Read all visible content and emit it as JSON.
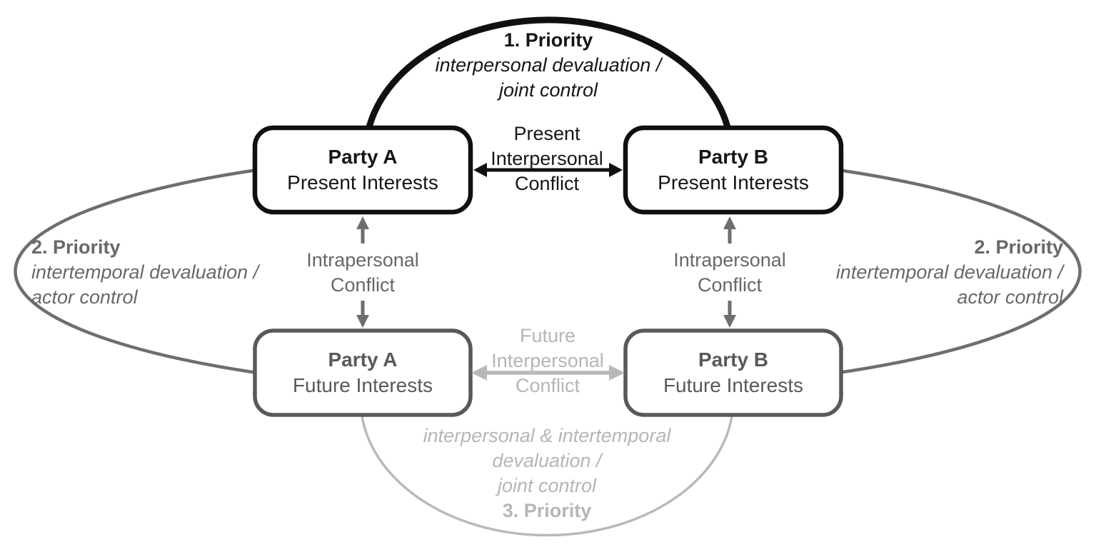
{
  "figure": {
    "boxes": {
      "party_a_present": {
        "title": "Party A",
        "subtitle": "Present Interests"
      },
      "party_b_present": {
        "title": "Party B",
        "subtitle": "Present Interests"
      },
      "party_a_future": {
        "title": "Party A",
        "subtitle": "Future Interests"
      },
      "party_b_future": {
        "title": "Party B",
        "subtitle": "Future Interests"
      }
    },
    "labels": {
      "priority1": {
        "title": "1. Priority",
        "lines": [
          "interpersonal devaluation /",
          "joint control"
        ]
      },
      "priority2_left": {
        "title": "2. Priority",
        "lines": [
          "intertemporal devaluation /",
          "actor control"
        ]
      },
      "priority2_right": {
        "title": "2. Priority",
        "lines": [
          "intertemporal devaluation /",
          "actor control"
        ]
      },
      "priority3": {
        "lines": [
          "interpersonal & intertemporal",
          "devaluation /",
          "joint control"
        ],
        "title": "3. Priority"
      },
      "present_conflict": {
        "lines": [
          "Present",
          "Interpersonal",
          "Conflict"
        ]
      },
      "future_conflict": {
        "lines": [
          "Future",
          "Interpersonal",
          "Conflict"
        ]
      },
      "intrapersonal_left": {
        "lines": [
          "Intrapersonal",
          "Conflict"
        ]
      },
      "intrapersonal_right": {
        "lines": [
          "Intrapersonal",
          "Conflict"
        ]
      }
    },
    "colors": {
      "priority1_black": "#101010",
      "priority2_gray": "#6e6e6e",
      "future_box_gray": "#595959",
      "priority3_light_gray": "#b9b9b9"
    }
  }
}
